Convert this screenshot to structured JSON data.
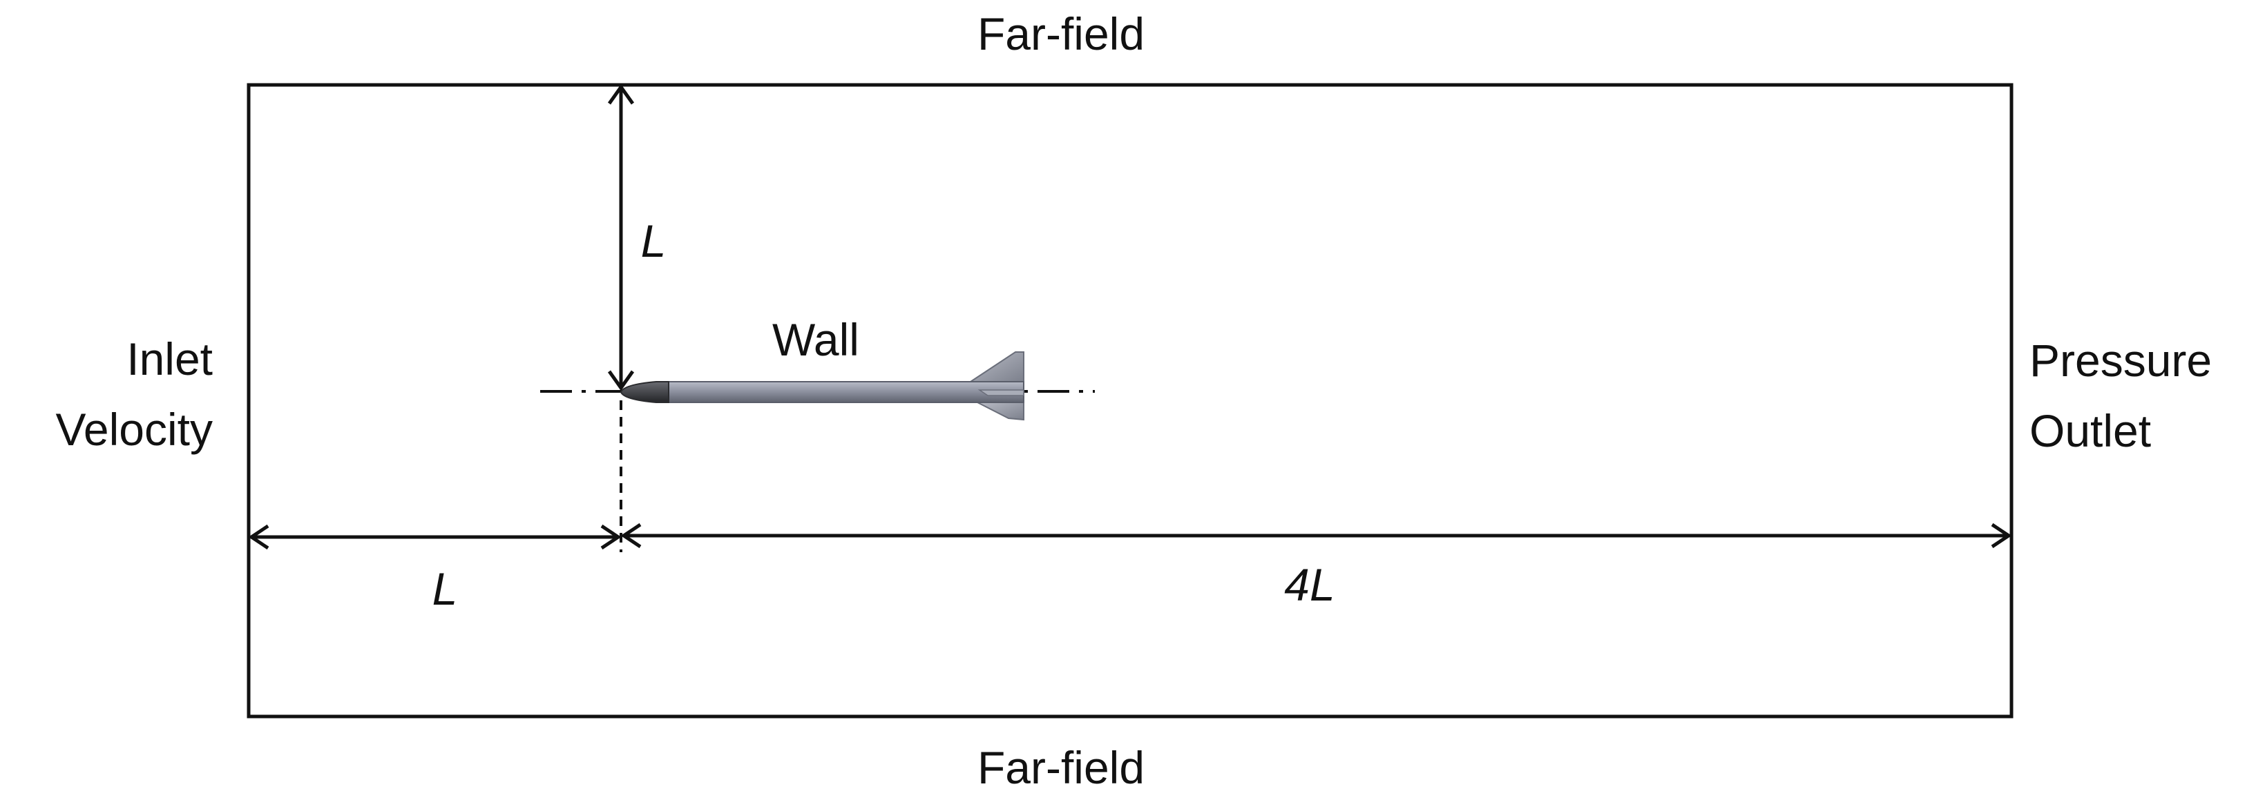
{
  "labels": {
    "far_field_top": "Far-field",
    "far_field_bottom": "Far-field",
    "inlet_line1": "Inlet",
    "inlet_line2": "Velocity",
    "outlet_line1": "Pressure",
    "outlet_line2": "Outlet",
    "wall": "Wall",
    "dim_vertical": "L",
    "dim_upstream": "L",
    "dim_downstream": "4L"
  },
  "colors": {
    "line": "#111111",
    "rocket_body": "#8a8e9c",
    "rocket_nose": "#3d3f44",
    "rocket_fin": "#9a9eaa"
  }
}
